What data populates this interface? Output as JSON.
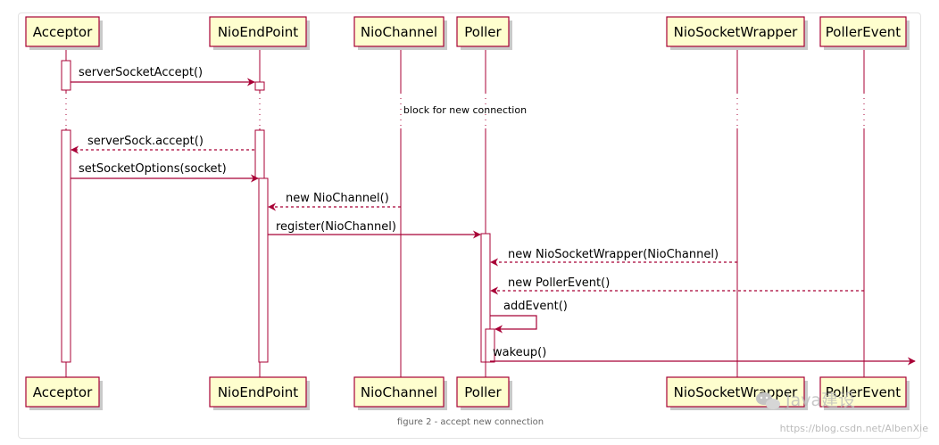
{
  "participants": [
    "Acceptor",
    "NioEndPoint",
    "NioChannel",
    "Poller",
    "NioSocketWrapper",
    "PollerEvent"
  ],
  "messages": [
    {
      "label": "serverSocketAccept()",
      "from": 0,
      "to": 1,
      "style": "solid"
    },
    {
      "label": "serverSock.accept()",
      "from": 1,
      "to": 0,
      "style": "dashed"
    },
    {
      "label": "setSocketOptions(socket)",
      "from": 0,
      "to": 1,
      "style": "solid"
    },
    {
      "label": "new NioChannel()",
      "from": 2,
      "to": 1,
      "style": "dashed"
    },
    {
      "label": "register(NioChannel)",
      "from": 1,
      "to": 3,
      "style": "solid"
    },
    {
      "label": "new NioSocketWrapper(NioChannel)",
      "from": 4,
      "to": 3,
      "style": "dashed"
    },
    {
      "label": "new PollerEvent()",
      "from": 5,
      "to": 3,
      "style": "dashed"
    },
    {
      "label": "addEvent()",
      "from": 3,
      "to": 3,
      "style": "self"
    },
    {
      "label": "wakeup()",
      "from": 3,
      "to": "right-edge",
      "style": "solid"
    }
  ],
  "divider": "block for new connection",
  "caption": "figure 2 - accept new connection",
  "watermark": {
    "brand": "Java建设",
    "url": "https://blog.csdn.net/AlbenXie"
  },
  "colors": {
    "line": "#a80036",
    "box_fill": "#fefece",
    "box_border": "#a80036"
  }
}
